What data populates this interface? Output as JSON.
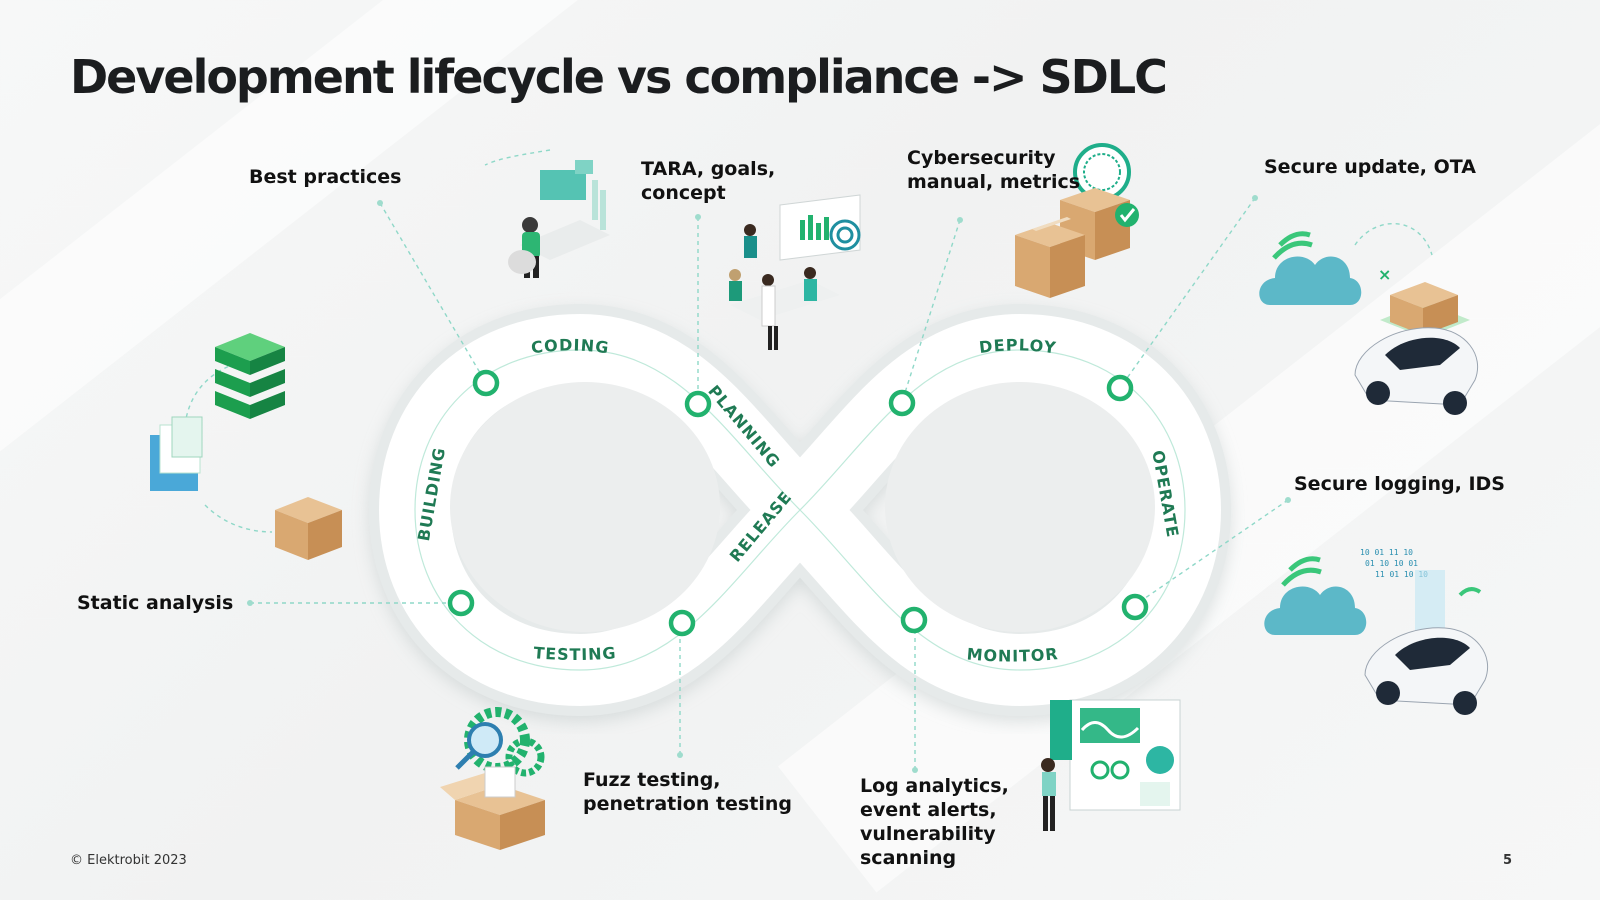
{
  "title": "Development lifecycle vs compliance -> SDLC",
  "stages": {
    "coding": "CODING",
    "planning": "PLANNING",
    "release": "RELEASE",
    "deploy": "DEPLOY",
    "operate": "OPERATE",
    "monitor": "MONITOR",
    "testing": "TESTING",
    "building": "BUILDING"
  },
  "labels": {
    "best_practices": "Best practices",
    "tara": "TARA, goals,\nconcept",
    "cybersecurity": "Cybersecurity\nmanual, metrics",
    "secure_update": "Secure update, OTA",
    "secure_logging": "Secure logging, IDS",
    "static_analysis": "Static analysis",
    "fuzz_testing": "Fuzz testing,\npenetration testing",
    "log_analytics": "Log analytics,\nevent alerts,\nvulnerability\nscanning"
  },
  "footer": {
    "copyright": "© Elektrobit 2023",
    "page": "5"
  },
  "colors": {
    "accent": "#1f7a54",
    "ring": "#22b26e",
    "pointer": "#8fd8c8"
  },
  "icons": {
    "best_practices": "developer-workstation-icon",
    "tara": "team-meeting-icon",
    "cybersecurity": "certified-package-icon",
    "secure_update": "cloud-ota-car-icon",
    "secure_logging": "cloud-data-car-icon",
    "static_analysis": "build-pipeline-icon",
    "fuzz_testing": "gear-inspection-box-icon",
    "log_analytics": "analytics-dashboard-icon"
  }
}
